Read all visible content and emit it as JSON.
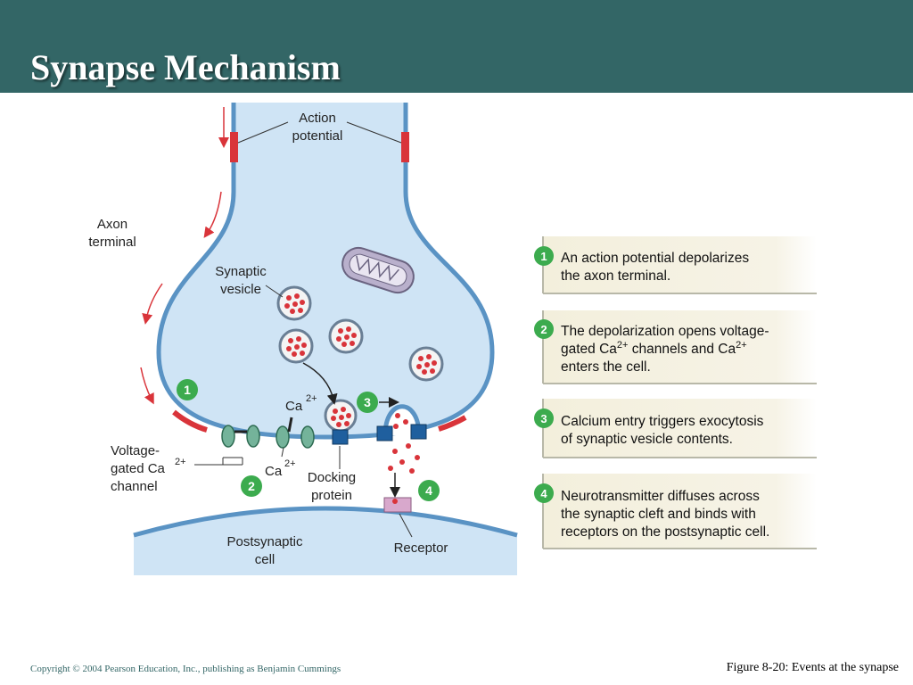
{
  "slide": {
    "title": "Synapse Mechanism",
    "copyright": "Copyright © 2004 Pearson Education, Inc., publishing as Benjamin Cummings",
    "caption": "Figure 8-20: Events at the synapse"
  },
  "colors": {
    "header": "#336666",
    "cell_fill": "#cfe4f5",
    "membrane": "#5a93c4",
    "depolarized": "#d9343a",
    "step_badge": "#3cab4e",
    "docking_protein": "#1f5f9e",
    "receptor": "#d8a8cc"
  },
  "diagram": {
    "labels": {
      "action_potential_l1": "Action",
      "action_potential_l2": "potential",
      "axon_l1": "Axon",
      "axon_l2": "terminal",
      "vesicle_l1": "Synaptic",
      "vesicle_l2": "vesicle",
      "ca_top": "Ca",
      "ca_top_sup": "2+",
      "ca_bottom": "Ca",
      "ca_bottom_sup": "2+",
      "vg_l1": "Voltage-",
      "vg_l2": "gated Ca",
      "vg_l2_sup": "2+",
      "vg_l3": "channel",
      "docking_l1": "Docking",
      "docking_l2": "protein",
      "post_l1": "Postsynaptic",
      "post_l2": "cell",
      "receptor": "Receptor"
    },
    "badges": [
      "1",
      "2",
      "3",
      "4"
    ],
    "steps": [
      {
        "number": "1",
        "lines": [
          "An action potential depolarizes",
          "the axon terminal."
        ]
      },
      {
        "number": "2",
        "lines": [
          "The depolarization opens voltage-",
          "gated Ca",
          "2+",
          " channels and Ca",
          "2+",
          "enters the cell."
        ]
      },
      {
        "number": "3",
        "lines": [
          "Calcium entry triggers exocytosis",
          "of synaptic vesicle contents."
        ]
      },
      {
        "number": "4",
        "lines": [
          "Neurotransmitter diffuses across",
          "the synaptic cleft and binds with",
          "receptors on the postsynaptic cell."
        ]
      }
    ]
  }
}
